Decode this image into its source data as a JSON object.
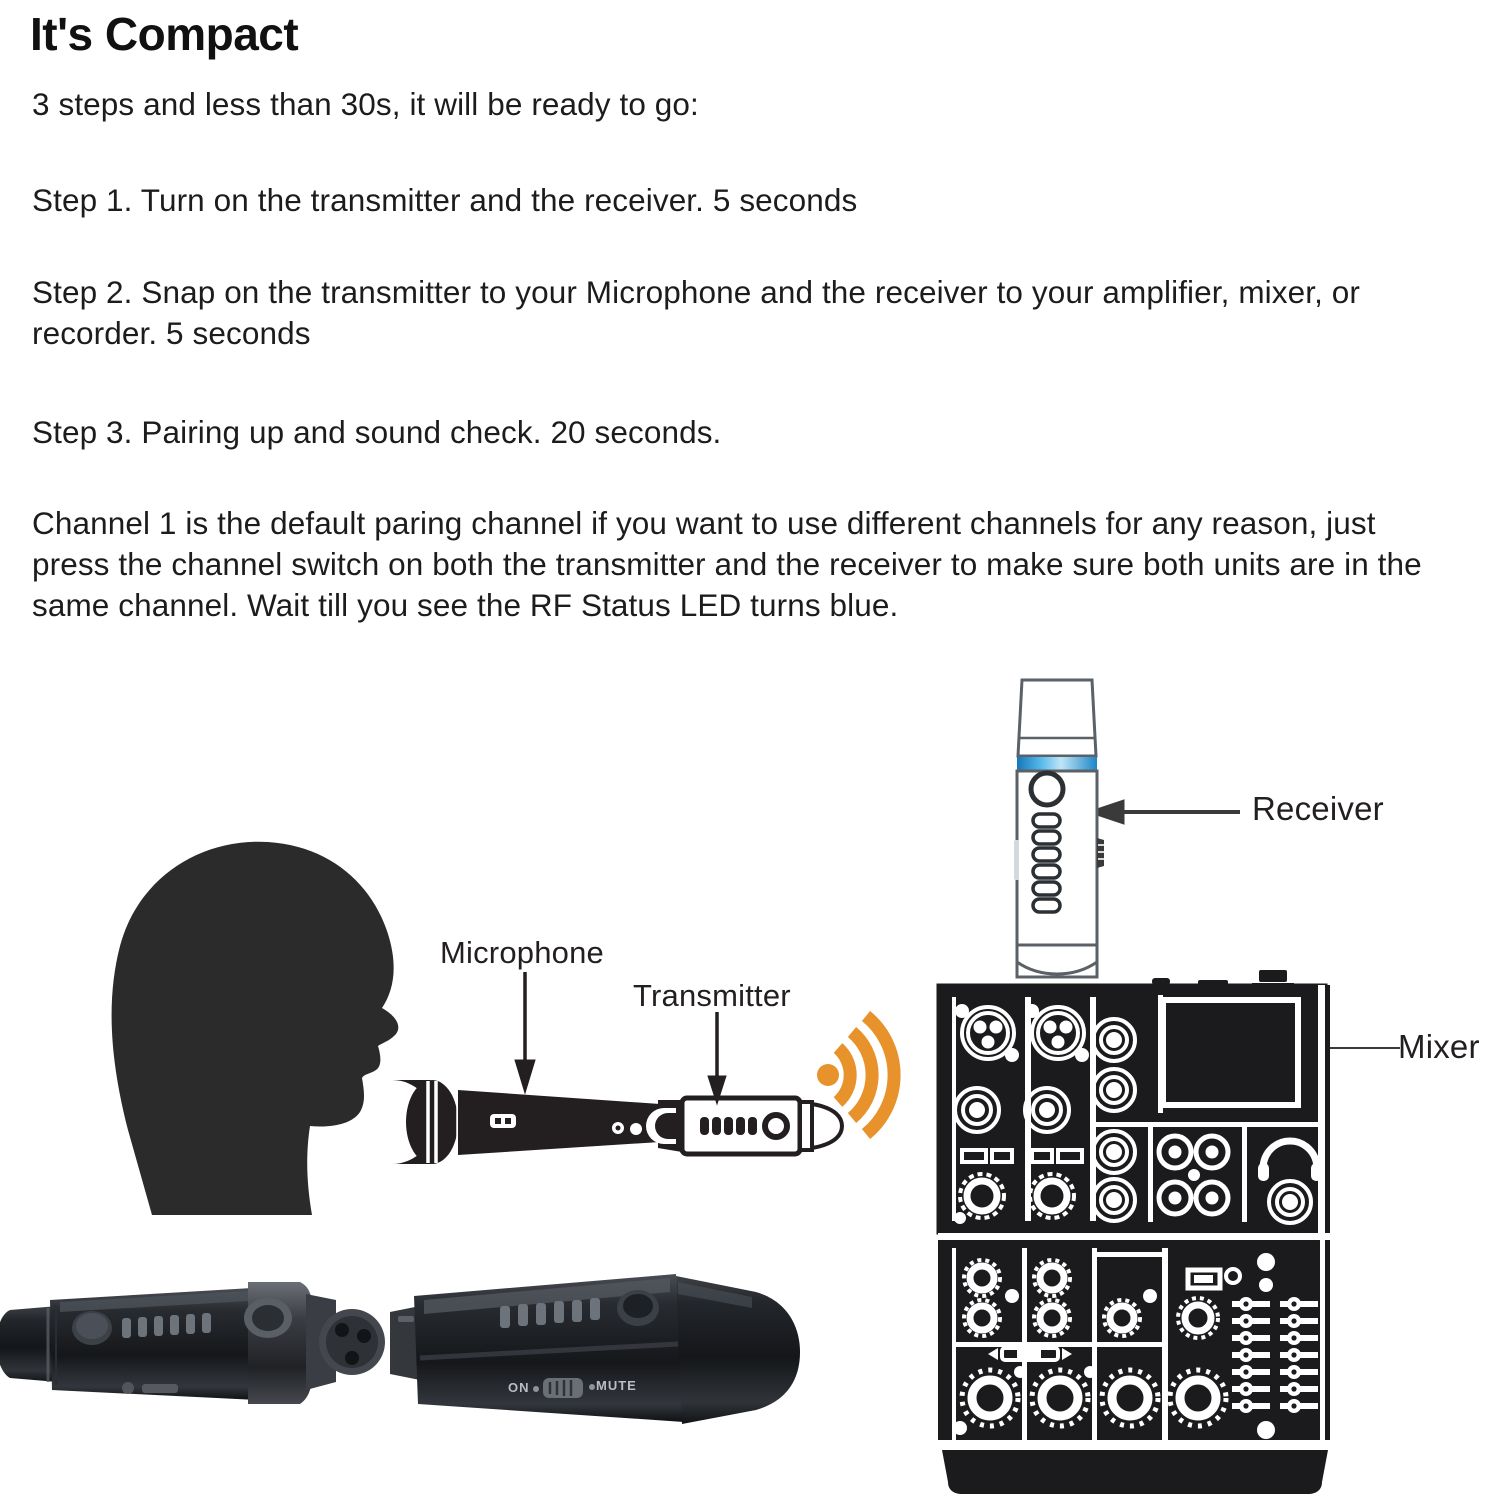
{
  "document": {
    "headline": "It's Compact",
    "intro": "3 steps and less than 30s, it will be ready to go:",
    "steps": [
      "Step 1. Turn on the transmitter and the receiver. 5 seconds",
      "Step 2. Snap on the transmitter to your Microphone and the receiver to your amplifier, mixer, or recorder. 5 seconds",
      "Step 3. Pairing up and sound check. 20 seconds."
    ],
    "channel_note": "Channel 1 is the default paring channel if you want to use different channels for any reason, just press the channel switch on both the transmitter and the receiver to make sure both units are in the same channel. Wait till you see the RF Status LED turns blue."
  },
  "diagram": {
    "labels": {
      "microphone": "Microphone",
      "transmitter": "Transmitter",
      "receiver": "Receiver",
      "mixer": "Mixer"
    },
    "icons": {
      "wifi": "wifi-signal-icon",
      "headphone": "headphone-icon",
      "head": "head-silhouette-icon",
      "mic": "microphone-icon",
      "arrow_down": "arrow-down-icon",
      "arrow_left": "arrow-left-icon"
    }
  },
  "product_photo": {
    "switch_labels": {
      "on": "ON",
      "mute": "MUTE"
    },
    "led_count": 6
  },
  "colors": {
    "background": "#ffffff",
    "text": "#1a1a1a",
    "heading": "#111111",
    "silhouette": "#2b2b2b",
    "device_dark": "#231f20",
    "accent_orange": "#e8922c",
    "accent_blue": "#2196d6",
    "body_black": "#1b1b1e"
  }
}
